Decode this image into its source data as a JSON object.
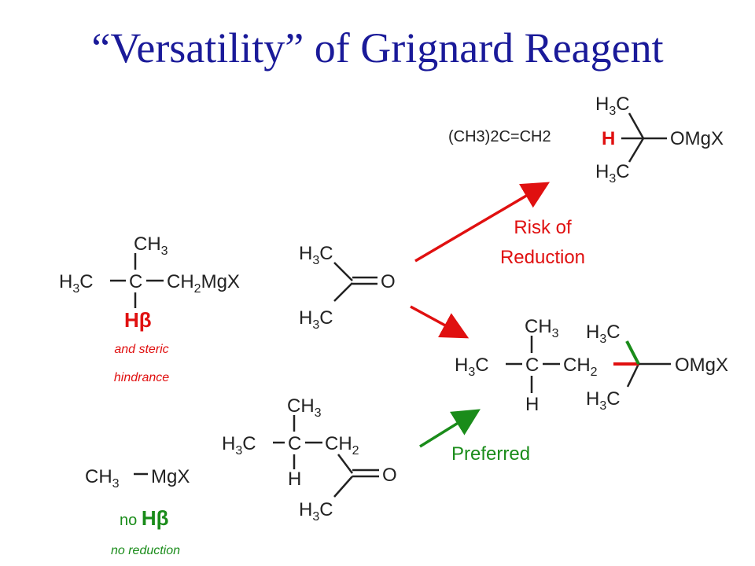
{
  "title": "“Versatility” of Grignard Reagent",
  "colors": {
    "title": "#1a1a99",
    "red": "#e01010",
    "green": "#1a8c1a",
    "ink": "#222222"
  },
  "reagent1": {
    "top": "CH3",
    "left": "H3C",
    "center": "C",
    "right": "CH2MgX",
    "hbeta": "Hβ",
    "note1": "and steric",
    "note2": "hindrance"
  },
  "ketone1": {
    "top": "H3C",
    "bottom": "H3C",
    "oxygen": "O"
  },
  "reagent2": {
    "formula_left": "CH3",
    "formula_right": "MgX",
    "no_label": "no",
    "hbeta": "Hβ",
    "note": "no reduction"
  },
  "ketone2": {
    "top": "CH3",
    "left": "H3C",
    "center": "C",
    "right": "CH2",
    "below": "H",
    "oxygen": "O",
    "bottom": "H3C"
  },
  "product_reduction": {
    "alkene": "(CH3)2C=CH2",
    "top": "H3C",
    "hydrogen": "H",
    "right": "OMgX",
    "bottom": "H3C"
  },
  "risk_label": [
    "Risk of",
    "Reduction"
  ],
  "product_addition": {
    "top": "CH3",
    "left": "H3C",
    "center": "C",
    "right": "CH2",
    "below": "H",
    "top2": "H3C",
    "right2": "OMgX",
    "bottom2": "H3C"
  },
  "preferred_label": "Preferred"
}
